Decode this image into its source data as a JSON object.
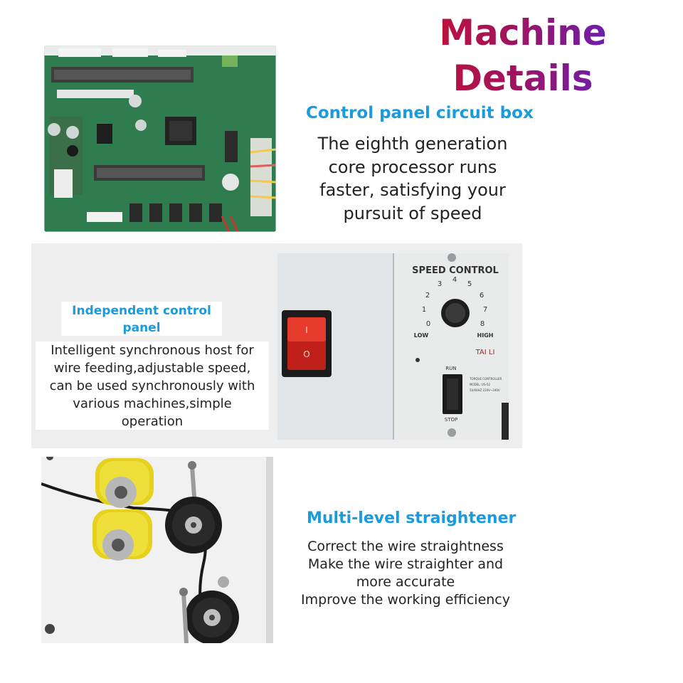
{
  "title": {
    "line1": "Machine",
    "line2": "Details"
  },
  "sections": [
    {
      "heading": "Control panel circuit box",
      "lines": [
        "The eighth generation",
        "core processor runs",
        "faster, satisfying your",
        "pursuit of speed"
      ],
      "image": "circuit-board-photo"
    },
    {
      "heading_lines": [
        "Independent control",
        "panel"
      ],
      "lines": [
        "Intelligent synchronous host for",
        "wire feeding,adjustable speed,",
        "can be used synchronously with",
        "various machines,simple",
        "operation"
      ],
      "image": "speed-control-panel-photo",
      "panel": {
        "speed_label": "SPEED CONTROL",
        "dial_numbers": [
          "0",
          "1",
          "2",
          "3",
          "4",
          "5",
          "6",
          "7",
          "8"
        ],
        "low": "LOW",
        "high": "HIGH",
        "brand": "TAI LI",
        "run": "RUN",
        "stop": "STOP",
        "rocker_on": "I",
        "rocker_off": "O",
        "plate_lines": [
          "TORQUE CONTROLLER",
          "MODEL: US-52",
          "50/60HZ  220V~240V"
        ]
      }
    },
    {
      "heading": "Multi-level straightener",
      "lines": [
        "Correct the wire straightness",
        "Make the wire straighter and",
        "more accurate",
        "Improve the working efficiency"
      ],
      "image": "wire-straightener-photo"
    }
  ],
  "colors": {
    "heading": "#1a9be0",
    "title_gradient": [
      "#c8102e",
      "#5a22c8"
    ],
    "band": "#eeeeee",
    "pcb": "#2e7a4c"
  }
}
